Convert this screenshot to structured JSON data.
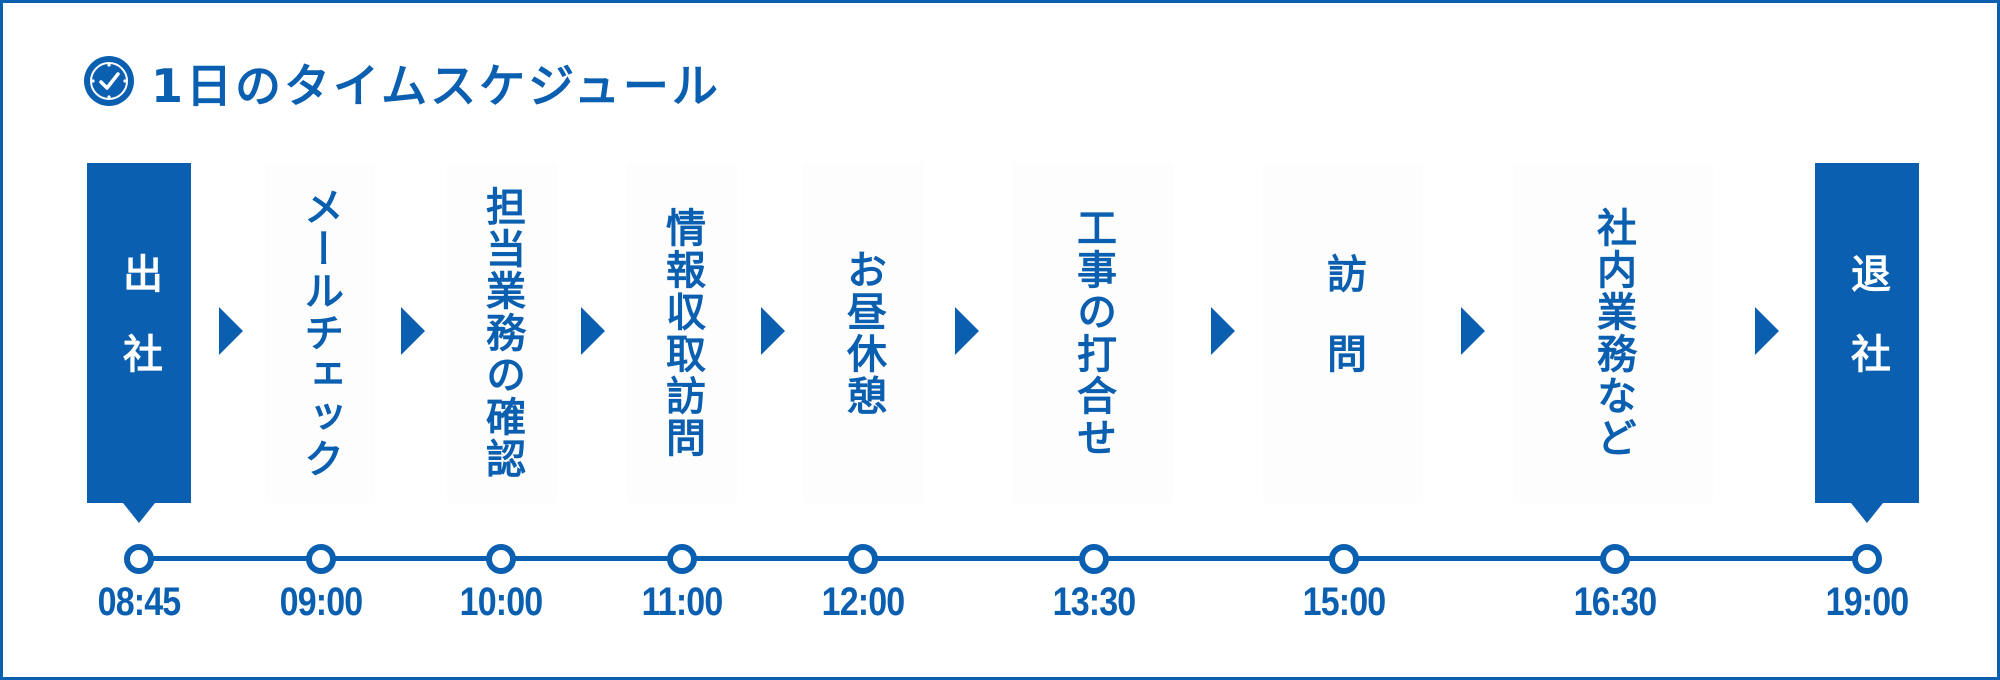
{
  "header": {
    "title": "1日のタイムスケジュール",
    "icon": "clock-icon"
  },
  "colors": {
    "accent": "#0b5fb0",
    "background": "#ffffff"
  },
  "schedule": [
    {
      "time": "08:45",
      "label": "出社"
    },
    {
      "time": "09:00",
      "label": "メールチェック"
    },
    {
      "time": "10:00",
      "label": "担当業務の確認"
    },
    {
      "time": "11:00",
      "label": "情報収取訪問"
    },
    {
      "time": "12:00",
      "label": "お昼休憩"
    },
    {
      "time": "13:30",
      "label": "工事の打合せ"
    },
    {
      "time": "15:00",
      "label": "訪問"
    },
    {
      "time": "16:30",
      "label": "社内業務など"
    },
    {
      "time": "19:00",
      "label": "退社"
    }
  ]
}
